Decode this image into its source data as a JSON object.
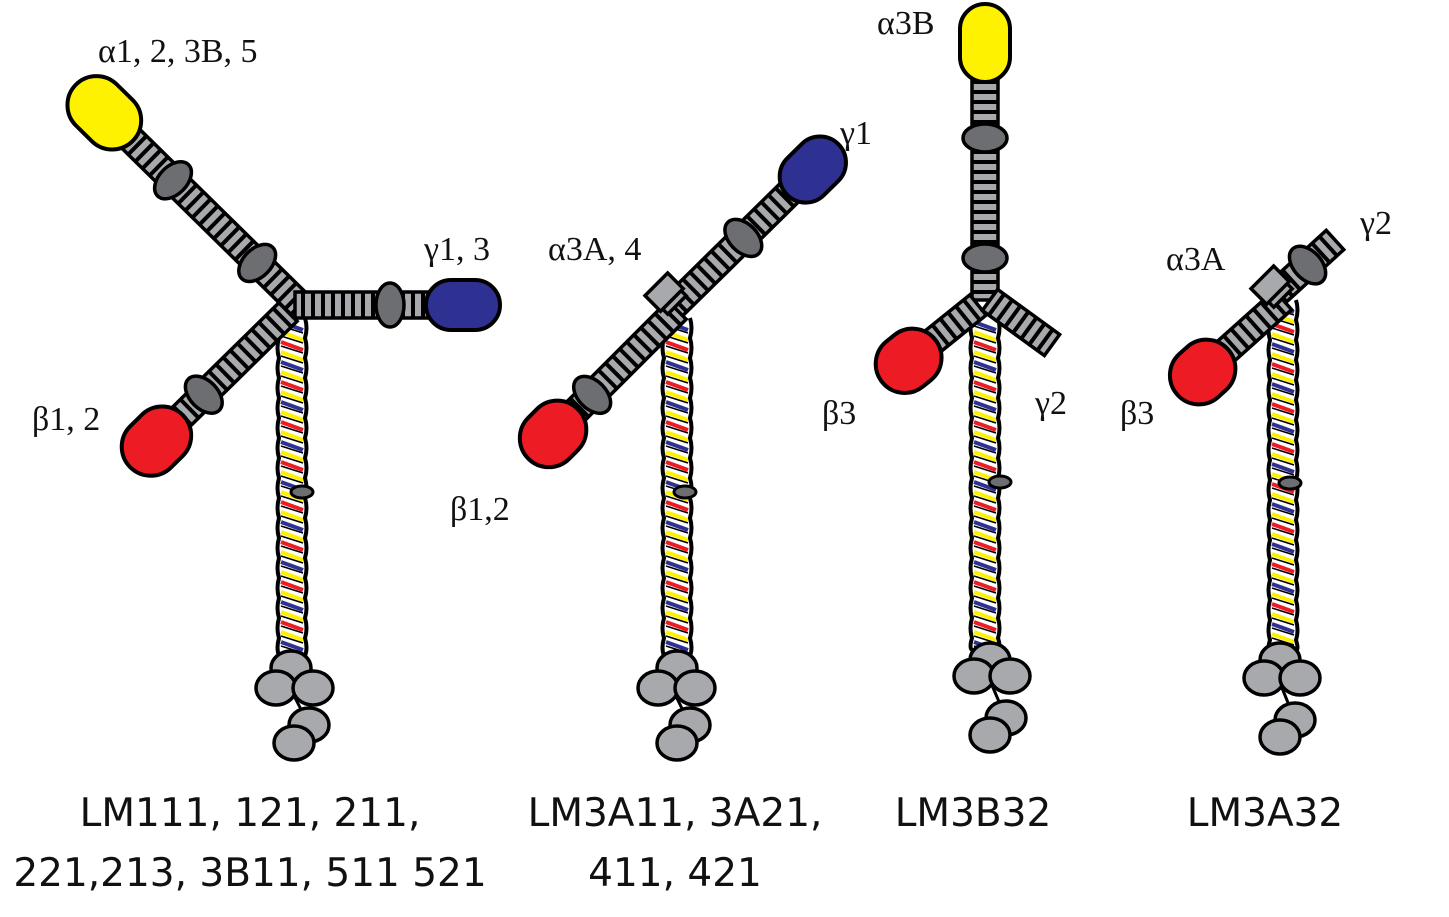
{
  "colors": {
    "alpha": "#fff200",
    "beta": "#ed1c24",
    "gamma": "#2e3192",
    "rod": "#a7a9ac",
    "knob": "#6d6e71",
    "globule": "#a7a9ac"
  },
  "structures": [
    {
      "chain_labels": {
        "alpha": "α1, 2, 3B, 5",
        "gamma": "γ1, 3",
        "beta": "β1, 2"
      },
      "name_lines": [
        "LM111, 121, 211,",
        "221,213, 3B11, 511 521"
      ]
    },
    {
      "chain_labels": {
        "alpha": "α3A, 4",
        "gamma": "γ1",
        "beta": "β1,2"
      },
      "name_lines": [
        "LM3A11, 3A21,",
        "411, 421"
      ]
    },
    {
      "chain_labels": {
        "alpha": "α3B",
        "gamma": "γ2",
        "beta": "β3"
      },
      "name_lines": [
        "LM3B32"
      ]
    },
    {
      "chain_labels": {
        "alpha": "α3A",
        "gamma": "γ2",
        "beta": "β3"
      },
      "name_lines": [
        "LM3A32"
      ]
    }
  ]
}
